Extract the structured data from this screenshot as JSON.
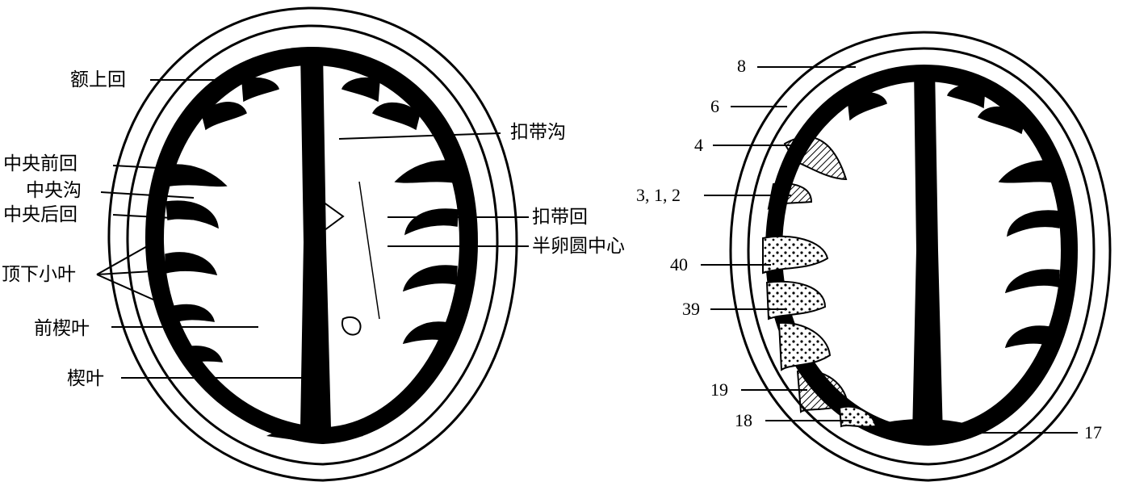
{
  "left_panel": {
    "labels": {
      "e_shang_hui": "额上回",
      "zhong_yang_qian_hui": "中央前回",
      "zhong_yang_gou": "中央沟",
      "zhong_yang_hou_hui": "中央后回",
      "ding_xia_xiao_ye": "顶下小叶",
      "qian_xie_ye": "前楔叶",
      "xie_ye": "楔叶",
      "kou_dai_gou": "扣带沟",
      "kou_dai_hui": "扣带回",
      "ban_luan_yuan_zhong_xin": "半卵圆中心"
    }
  },
  "right_panel": {
    "area_numbers": {
      "a8": "8",
      "a6": "6",
      "a4": "4",
      "a312": "3, 1, 2",
      "a40": "40",
      "a39": "39",
      "a19": "19",
      "a18": "18",
      "a17": "17"
    }
  }
}
